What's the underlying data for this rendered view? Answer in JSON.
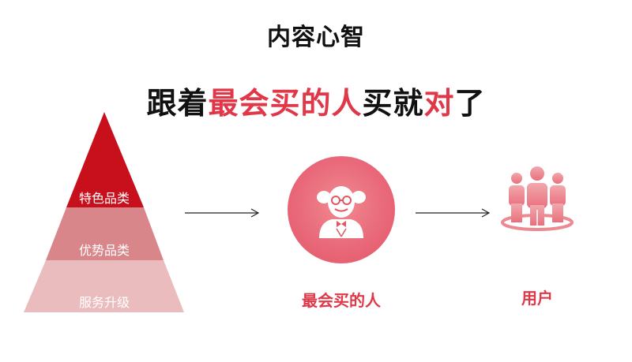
{
  "header": {
    "title": "内容心智",
    "slogan": {
      "part1": "跟着",
      "part2": "最会买的人",
      "part3": "买就",
      "part4": "对",
      "part5": "了"
    }
  },
  "pyramid": {
    "tiers": [
      {
        "label": "特色品类",
        "color": "#c8101c"
      },
      {
        "label": "优势品类",
        "color": "#d9868a"
      },
      {
        "label": "服务升级",
        "color": "#ebbcbd"
      }
    ]
  },
  "flow": {
    "node1_label": "最会买的人",
    "node2_label": "用户"
  },
  "colors": {
    "accent": "#e03848",
    "icon_fill": "#ec8a92"
  },
  "icons": {
    "expert": "old-man-icon",
    "users": "user-group-icon",
    "arrow": "arrow-right-icon"
  }
}
